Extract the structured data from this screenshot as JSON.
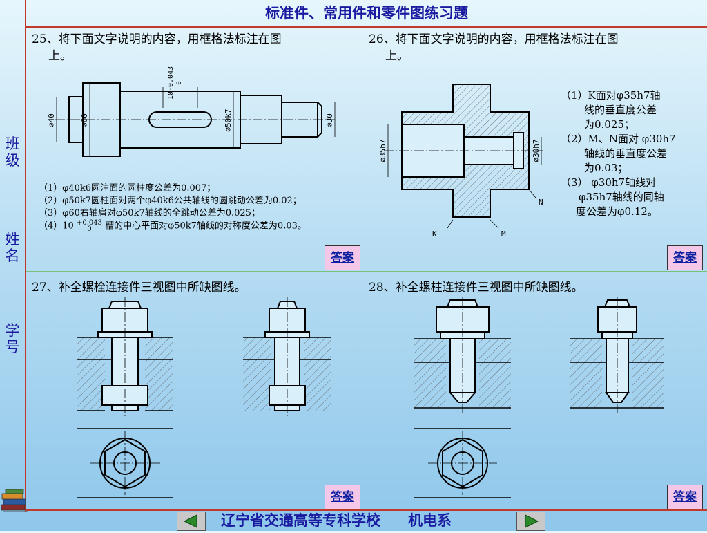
{
  "header": {
    "title": "标准件、常用件和零件图练习题"
  },
  "sidebar": {
    "class_label": "班级",
    "name_label": "姓名",
    "id_label": "学号"
  },
  "q25": {
    "title_line1": "25、将下面文字说明的内容，用框格法标注在图",
    "title_line2": "上。",
    "dims": [
      "⌀40",
      "⌀60",
      "⌀50k7",
      "⌀30",
      "10-0.043",
      "0"
    ],
    "notes": [
      "（1）φ40k6圆注面的圆柱度公差为0.007；",
      "（2）φ50k7圆柱面对两个φ40k6公共轴线的圆跳动公差为0.02；",
      "（3）φ60右轴肩对φ50k7轴线的全跳动公差为0.025；",
      "（4）10",
      "+0.043",
      "0",
      "槽的中心平面对φ50k7轴线的对称度公差为0.03。"
    ],
    "answer_label": "答案"
  },
  "q26": {
    "title_line1": "26、将下面文字说明的内容，用框格法标注在图",
    "title_line2": "上。",
    "dims": [
      "⌀35h7",
      "⌀30h7",
      "N",
      "K",
      "M"
    ],
    "reqs": [
      "（1）K面对φ35h7轴",
      "线的垂直度公差",
      "为0.025；",
      "（2）M、N面对 φ30h7",
      "轴线的垂直度公差",
      "为0.03；",
      "（3） φ30h7轴线对",
      "φ35h7轴线的同轴",
      "度公差为φ0.12。"
    ],
    "answer_label": "答案"
  },
  "q27": {
    "title": "27、补全螺栓连接件三视图中所缺图线。",
    "answer_label": "答案"
  },
  "q28": {
    "title": "28、补全螺柱连接件三视图中所缺图线。",
    "answer_label": "答案"
  },
  "footer": {
    "school": "辽宁省交通高等专科学校",
    "dept": "机电系",
    "prev_icon": "triangle-left-icon",
    "next_icon": "triangle-right-icon"
  }
}
